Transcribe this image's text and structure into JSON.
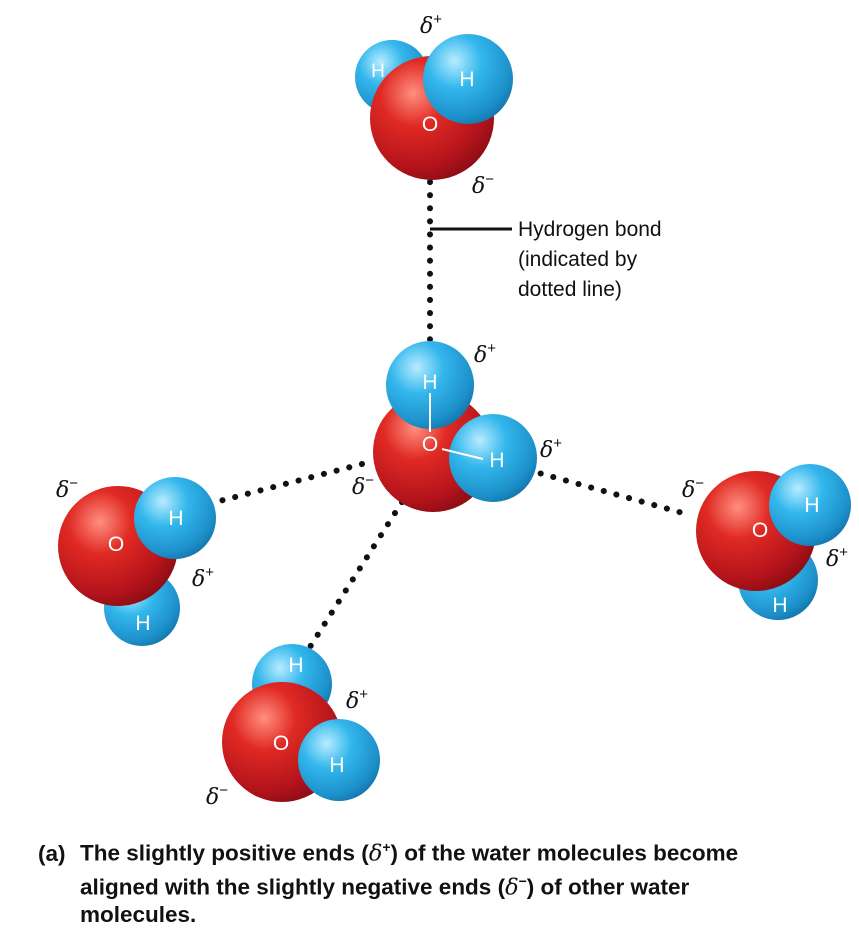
{
  "figure": {
    "atom_labels": {
      "oxygen": "O",
      "hydrogen": "H"
    },
    "charge_symbols": {
      "delta": "δ",
      "positive": "+",
      "negative": "−"
    },
    "callout": {
      "lines": [
        "Hydrogen bond",
        "(indicated by",
        "dotted line)"
      ]
    },
    "colors": {
      "oxygen": "#d42222",
      "hydrogen": "#29a9e0",
      "bond_dots": "#111111",
      "text": "#111111"
    }
  },
  "caption": {
    "label": "(a)",
    "text": "The slightly positive ends (δ+) of the water molecules become aligned with the slightly negative ends (δ−) of other water molecules.",
    "line1_pre": "The slightly positive ends (",
    "line1_post": ") of the water molecules become",
    "line2_pre": "aligned with the slightly negative ends (",
    "line2_post": ") of other water",
    "line3": "molecules."
  }
}
